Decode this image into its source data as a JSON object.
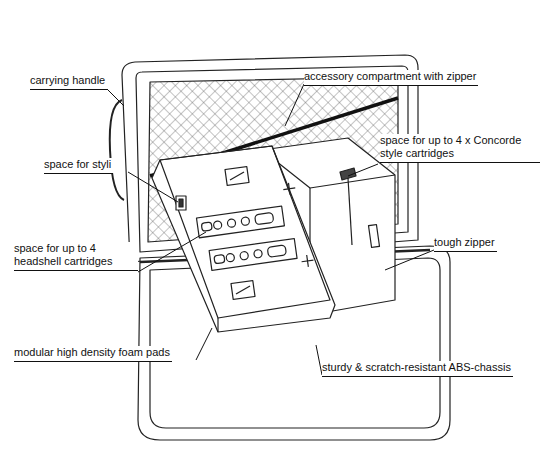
{
  "diagram": {
    "labels": [
      "carrying handle",
      "accessory compartment with zipper",
      "space for up to 4 x Concorde style cartridges",
      "space for styli",
      "space for up to 4 headshell cartridges",
      "tough zipper",
      "modular high density foam pads",
      "sturdy & scratch-resistant ABS-chassis"
    ]
  }
}
